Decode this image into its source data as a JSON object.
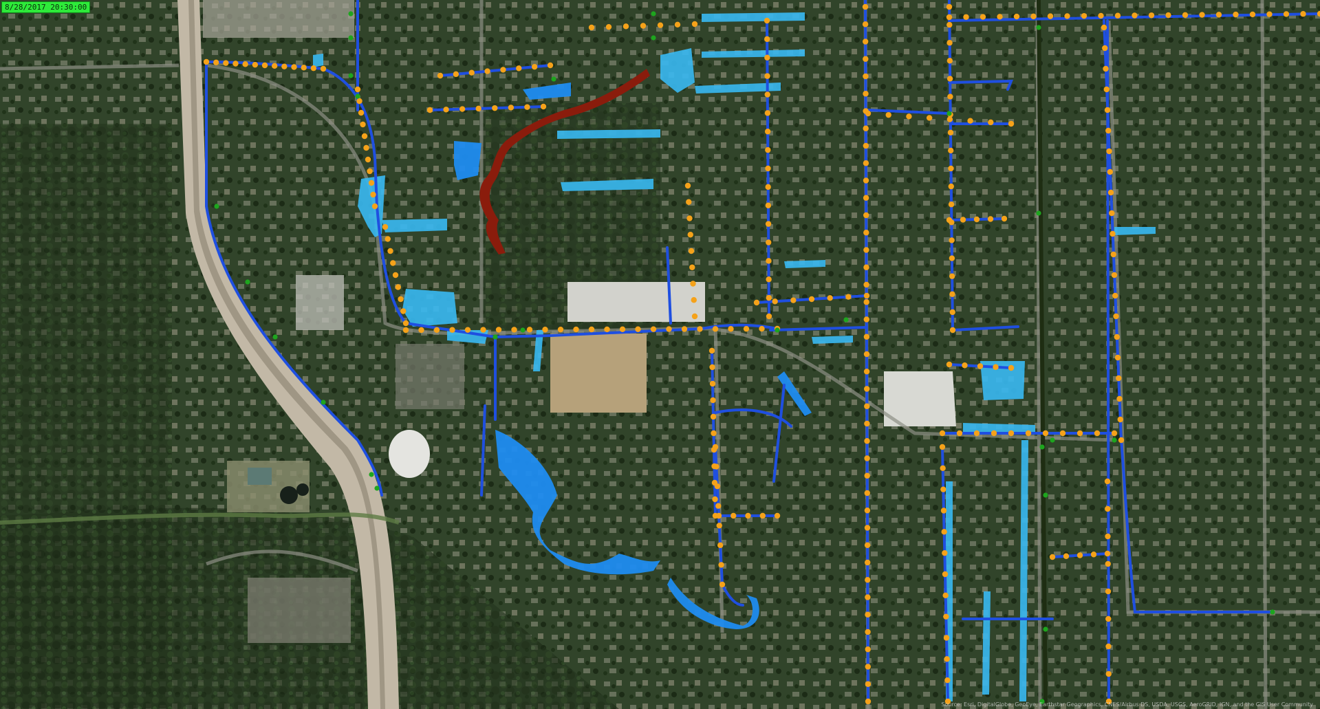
{
  "map": {
    "timestamp": "8/28/2017 20:30:00",
    "attribution": "Source: Esri, DigitalGlobe, GeoEye, Earthstar Geographics, CNES/Airbus DS, USDA, USGS, AeroGRID, IGN, and the GIS User Community"
  },
  "colors": {
    "vegetation": "#24361f",
    "vegetation_light": "#3d5232",
    "housing": "#6f7a66",
    "highway": "#c2b8a6",
    "street": "#8d8f84",
    "network_pipe": "#1f4fe0",
    "flood_shallow": "#39b9f2",
    "flood_medium": "#1f8cf0",
    "flood_deep": "#8a1c0c",
    "node_orange": "#f5a21a",
    "node_green": "#1ea51e",
    "channel_dark": "#1e2d12"
  },
  "legend_semantics": [
    "network-pipe",
    "flood-shallow",
    "flood-medium",
    "flood-deep",
    "manhole-node",
    "outfall-node"
  ]
}
